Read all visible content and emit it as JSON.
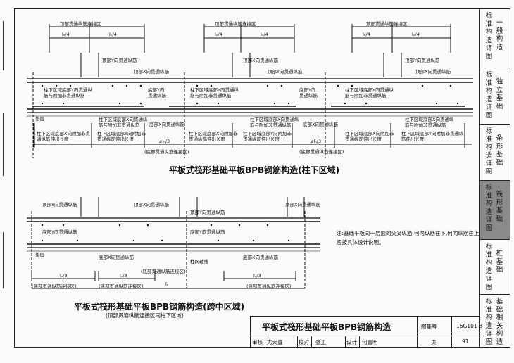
{
  "diagram_top": {
    "zones": [
      "顶部贯通纵筋连接区",
      "顶部贯通纵筋连接区",
      "顶部贯通纵筋连接区"
    ],
    "quarter": "lₙ/4",
    "third": "≤lₙ/3",
    "labels": {
      "top_y": "顶部Y向贯通纵筋",
      "top_x": "顶部X向贯通纵筋",
      "col_zone_y": "柱下区域底部Y向贯通纵筋与附加非贯通纵筋",
      "col_zone_x": "柱下区域底部X向贯通纵筋与附加非贯通纵筋",
      "bottom_y": "底部Y向贯通纵筋",
      "bottom_x": "底部X向贯通纵筋",
      "cushion": "垫层",
      "ext_x": "柱下区域底部X向附加非贯通纵筋伸出长度",
      "ext_y": "柱下区域底部Y向附加非贯通纵筋伸出长度",
      "bottom_zone": "(底部贯通纵筋连接区)"
    },
    "title": "平板式筏形基础平板BPB钢筋构造(柱下区域)"
  },
  "diagram_bottom": {
    "labels": {
      "top_y": "顶部Y向贯通纵筋",
      "top_x": "顶部X向贯通纵筋",
      "bottom_y": "底部Y向贯通纵筋",
      "bottom_x": "底部X向贯通纵筋",
      "cushion": "垫层",
      "axis": "柱网轴线",
      "bottom_zone": "(底部贯通纵筋连接区)",
      "third": "lₙ/3",
      "ln": "lₙ"
    },
    "title": "平板式筏形基础平板BPB钢筋构造(跨中区域)",
    "subtitle": "(顶部贯通纵筋连接区同柱下区域)"
  },
  "note": "注:基础平板同一层面的交叉纵筋,何向纵筋在下,何向纵筋在上,应按具体设计说明。",
  "sidebar": [
    {
      "c1": "标准构造详图",
      "c2": "一般构造",
      "active": false
    },
    {
      "c1": "标准构造详图",
      "c2": "独立基础",
      "active": false
    },
    {
      "c1": "标准构造详图",
      "c2": "条形基础",
      "active": false
    },
    {
      "c1": "标准构造详图",
      "c2": "筏形基础",
      "active": true
    },
    {
      "c1": "标准构造详图",
      "c2": "桩基础",
      "active": false
    },
    {
      "c1": "标准构造详图",
      "c2": "基础相关构造",
      "active": false
    }
  ],
  "title_block": {
    "title": "平板式筏形基础平板BPB钢筋构造",
    "atlas_label": "图集号",
    "atlas_no": "16G101-3",
    "review": "审核",
    "reviewer": "尤天直",
    "check": "校对",
    "checker": "张工",
    "design": "设计",
    "designer": "何喜明",
    "page_label": "页",
    "page": "91"
  }
}
